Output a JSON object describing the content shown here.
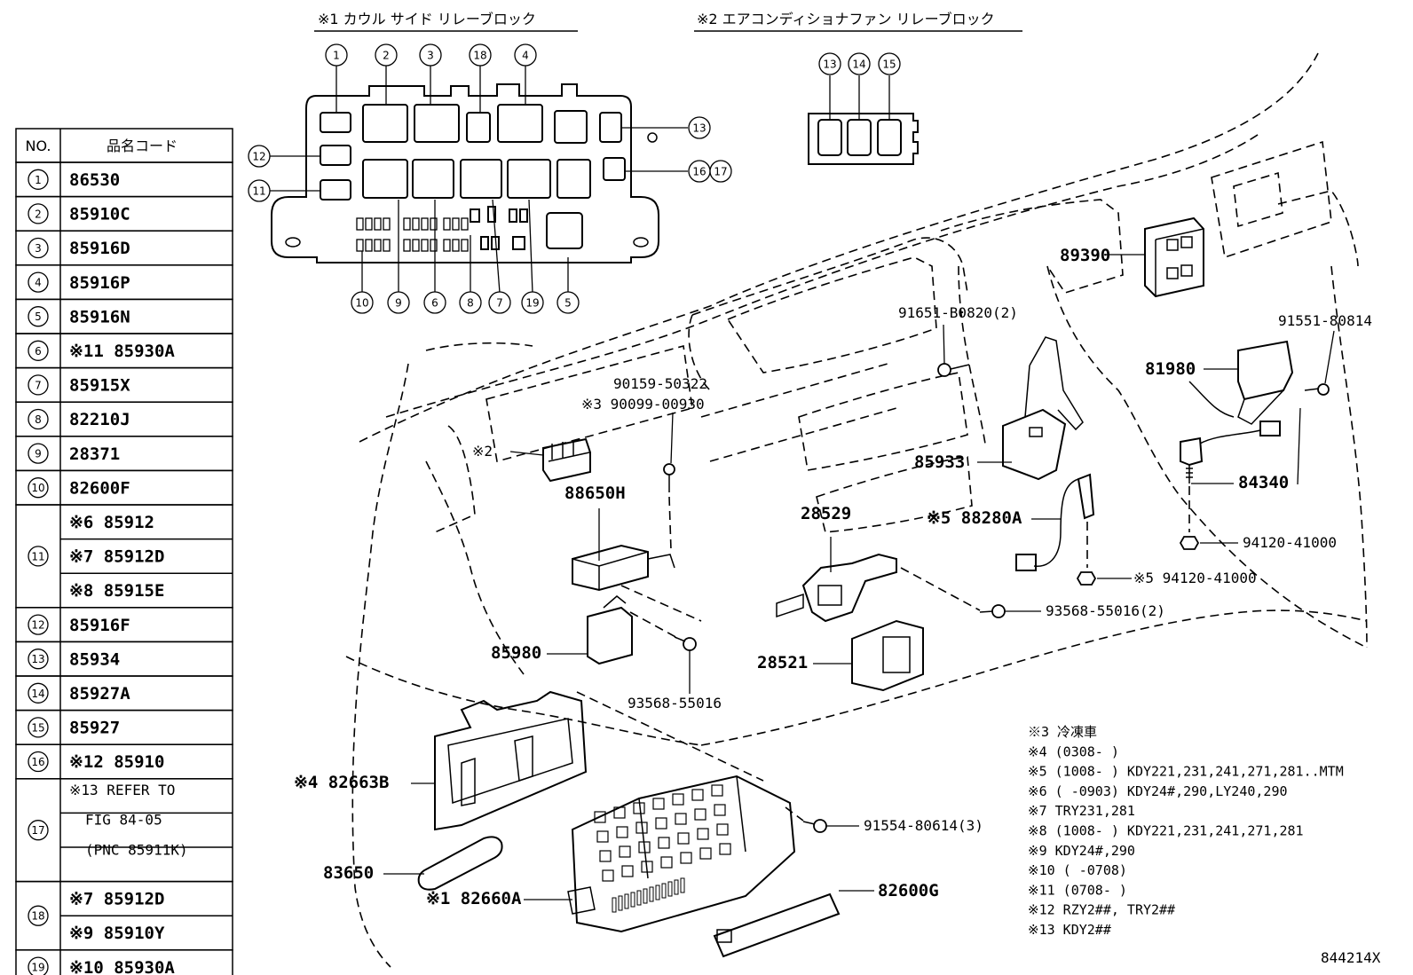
{
  "headers": {
    "block1": "※1 カウル サイド リレーブロック",
    "block2": "※2 エアコンディショナファン リレーブロック"
  },
  "table": {
    "col_no": "NO.",
    "col_code": "品名コード",
    "rows": [
      {
        "no": "1",
        "codes": [
          "86530"
        ]
      },
      {
        "no": "2",
        "codes": [
          "85910C"
        ]
      },
      {
        "no": "3",
        "codes": [
          "85916D"
        ]
      },
      {
        "no": "4",
        "codes": [
          "85916P"
        ]
      },
      {
        "no": "5",
        "codes": [
          "85916N"
        ]
      },
      {
        "no": "6",
        "codes": [
          "※11 85930A"
        ]
      },
      {
        "no": "7",
        "codes": [
          "85915X"
        ]
      },
      {
        "no": "8",
        "codes": [
          "82210J"
        ]
      },
      {
        "no": "9",
        "codes": [
          "28371"
        ]
      },
      {
        "no": "10",
        "codes": [
          "82600F"
        ]
      },
      {
        "no": "11",
        "codes": [
          "※6 85912",
          "※7 85912D",
          "※8 85915E"
        ]
      },
      {
        "no": "12",
        "codes": [
          "85916F"
        ]
      },
      {
        "no": "13",
        "codes": [
          "85934"
        ]
      },
      {
        "no": "14",
        "codes": [
          "85927A"
        ]
      },
      {
        "no": "15",
        "codes": [
          "85927"
        ]
      },
      {
        "no": "16",
        "codes": [
          "※12 85910"
        ]
      },
      {
        "no": "17",
        "codes": [
          "※13 REFER TO",
          "FIG 84-05",
          "(PNC 85911K)"
        ]
      },
      {
        "no": "18",
        "codes": [
          "※7 85912D",
          "※9 85910Y"
        ]
      },
      {
        "no": "19",
        "codes": [
          "※10 85930A"
        ]
      }
    ]
  },
  "relay_block1_callouts": [
    "1",
    "2",
    "3",
    "18",
    "4",
    "13",
    "12",
    "11",
    "16",
    "17",
    "10",
    "9",
    "6",
    "8",
    "7",
    "19",
    "5"
  ],
  "relay_block2_callouts": [
    "13",
    "14",
    "15"
  ],
  "part_labels": {
    "p89390": "89390",
    "p91651": "91651-B0820(2)",
    "p91551": "91551-80814",
    "p81980": "81980",
    "p90159": "90159-50322",
    "p90099": "※3 90099-00930",
    "p_x2": "※2",
    "p85933": "85933",
    "p84340": "84340",
    "p88650h": "88650H",
    "p28529": "28529",
    "p88280a": "※5 88280A",
    "p94120a": "94120-41000",
    "p94120b": "※5 94120-41000",
    "p93568a": "93568-55016(2)",
    "p85980": "85980",
    "p28521": "28521",
    "p93568b": "93568-55016",
    "p82663b": "※4 82663B",
    "p91554": "91554-80614(3)",
    "p83650": "83650",
    "p82600g": "82600G",
    "p82660a": "※1 82660A"
  },
  "notes": [
    "※3 冷凍車",
    "※4 (0308-     )",
    "※5 (1008-     ) KDY221,231,241,271,281..MTM",
    "※6 (     -0903) KDY24#,290,LY240,290",
    "※7 TRY231,281",
    "※8 (1008-     ) KDY221,231,241,271,281",
    "※9 KDY24#,290",
    "※10 (     -0708)",
    "※11 (0708-     )",
    "※12 RZY2##, TRY2##",
    "※13 KDY2##"
  ],
  "figure_id": "844214X"
}
